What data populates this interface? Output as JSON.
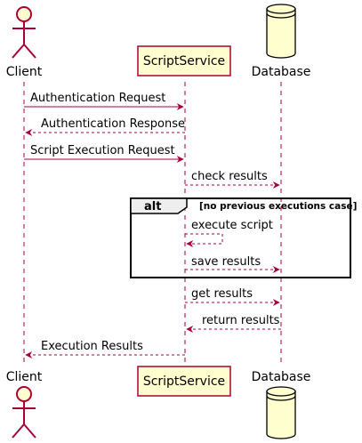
{
  "diagram": {
    "participants": {
      "client": "Client",
      "service": "ScriptService",
      "database": "Database"
    },
    "messages": [
      "Authentication Request",
      "Authentication Response",
      "Script Execution Request",
      "check results",
      "execute script",
      "save results",
      "get results",
      "return results",
      "Execution Results"
    ],
    "alt": {
      "keyword": "alt",
      "condition": "[no previous executions case]"
    }
  },
  "colors": {
    "lifeline": "#a80036",
    "participant_fill": "#fefece",
    "participant_border": "#a80036",
    "text": "#000000",
    "fragment_border": "#000000"
  }
}
